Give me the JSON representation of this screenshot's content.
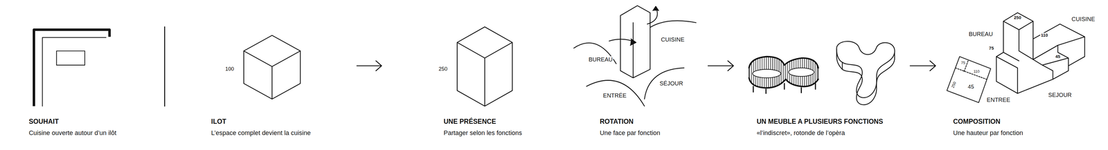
{
  "diagram": {
    "labels": [
      "SOUHAIT",
      "Cuisine ouverte autour d’un ilôt",
      "100",
      "ILOT",
      "L’espace complet devient la cuisine",
      "250",
      "UNE PRÉSENCE",
      "Partager selon les fonctions",
      "CUISINE",
      "BUREAU",
      "ENTRÉE",
      "SÉJOUR",
      "ROTATION",
      "Une face par fonction",
      "UN MEUBLE A PLUSIEURS FONCTIONS",
      "«l’indiscret», rotonde de l’opèra",
      "BUREAU",
      "250",
      "CUISINE",
      "110",
      "75",
      "45",
      "75",
      "110",
      "250",
      "45",
      "ENTREE",
      "SEJOUR",
      "COMPOSITION",
      "Une hauteur par fonction"
    ]
  }
}
